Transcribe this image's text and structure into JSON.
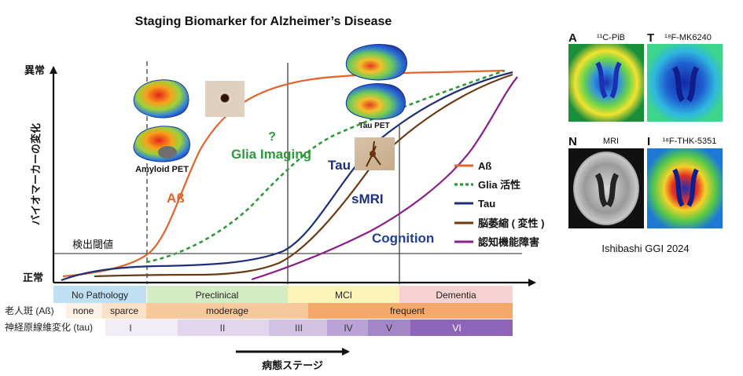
{
  "title": "Staging Biomarker for Alzheimer’s Disease",
  "y_axis": {
    "label": "バイオマーカーの変化",
    "top_label": "異常",
    "bottom_label": "正常"
  },
  "x_axis": {
    "label": "病態ステージ"
  },
  "threshold_label": "検出閾値",
  "stages": [
    "No Pathology",
    "Preclinical",
    "MCI",
    "Dementia"
  ],
  "plaque_row": {
    "label": "老人斑 (Aß)",
    "cells": [
      "none",
      "sparce",
      "moderage",
      "frequent"
    ]
  },
  "tangle_row": {
    "label": "神経原線維変化 (tau)",
    "cells": [
      "I",
      "II",
      "III",
      "IV",
      "V",
      "VI"
    ]
  },
  "curve_labels": {
    "abeta": "Aß",
    "glia": "Glia Imaging",
    "glia_q": "?",
    "tau": "Tau",
    "smri": "sMRI",
    "cognition": "Cognition"
  },
  "image_labels": {
    "amyloid": "Amyloid PET",
    "tau": "Tau PET"
  },
  "legend": [
    "Aß",
    "Glia 活性",
    "Tau",
    "脳萎縮 ( 変性 )",
    "認知機能障害"
  ],
  "colors": {
    "abeta": "#e0642c",
    "glia": "#2f9a3c",
    "tau": "#1c2f78",
    "atrophy": "#6b3a12",
    "cognition": "#8a1f8a"
  },
  "panels": {
    "A": {
      "letter": "A",
      "tracer": "¹¹C-PiB"
    },
    "T": {
      "letter": "T",
      "tracer": "¹⁸F-MK6240"
    },
    "N": {
      "letter": "N",
      "tracer": "MRI"
    },
    "I": {
      "letter": "I",
      "tracer": "¹⁸F-THK-5351"
    }
  },
  "credit": "Ishibashi GGI 2024"
}
